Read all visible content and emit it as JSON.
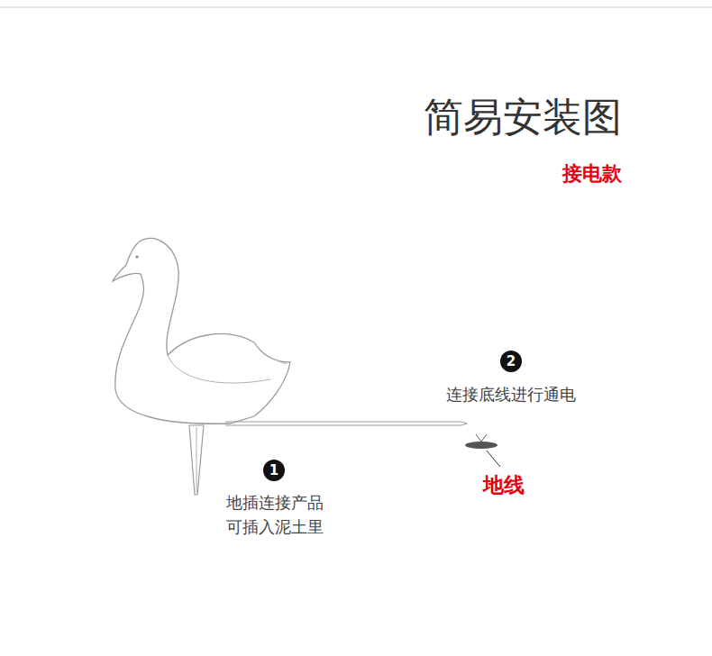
{
  "diagram": {
    "title": "简易安装图",
    "nodes": [
      {
        "text": [
          "1"
        ]
      },
      {
        "text": [
          "2"
        ]
      }
    ],
    "labels": [
      "接电款",
      "连接底线进行通电",
      "地插连接产品 可插入泥土里",
      "地线"
    ]
  }
}
